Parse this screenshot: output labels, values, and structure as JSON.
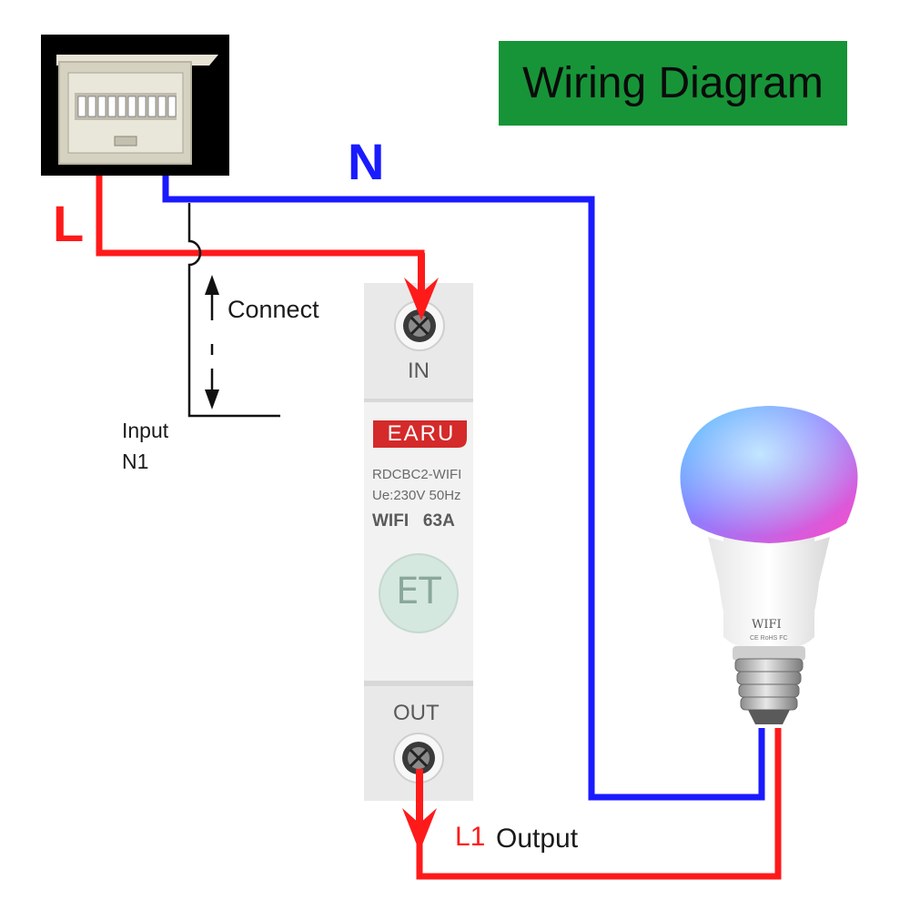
{
  "title": "Wiring Diagram",
  "labels": {
    "neutral": "N",
    "live": "L",
    "connect": "Connect",
    "input_line1": "Input",
    "input_line2": "N1",
    "output_prefix": "L1",
    "output_text": "Output"
  },
  "device": {
    "brand": "EARU",
    "model": "RDCBC2-WIFI",
    "rating": "Ue:230V 50Hz",
    "spec": "WIFI   63A",
    "button_glyph": "ET",
    "in_label": "IN",
    "out_label": "OUT"
  },
  "bulb": {
    "label": "WIFI",
    "marks": "CE RoHS FC"
  },
  "colors": {
    "title_bg": "#179438",
    "neutral_wire": "#1a1aff",
    "live_wire": "#ff1a1a",
    "input_wire": "#111111"
  },
  "icons": [
    "distribution-box-icon",
    "terminal-screw-icon",
    "light-bulb-icon",
    "double-arrow-icon"
  ]
}
